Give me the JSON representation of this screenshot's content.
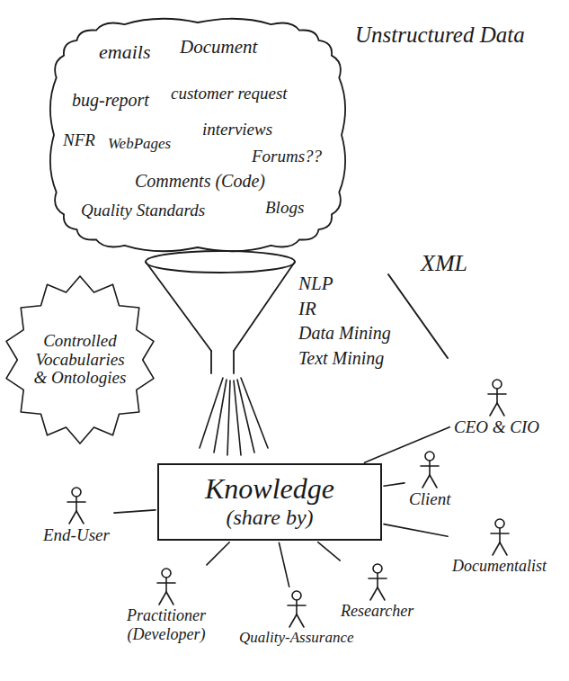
{
  "diagram": {
    "nodes": [
      {
        "text": [
          "Unstructured Data",
          "emails",
          "Document",
          "bug-report",
          "customer request",
          "NFR",
          "WebPages",
          "interviews",
          "Forums??",
          "Comments (Code)",
          "Quality Standards",
          "Blogs"
        ]
      },
      {
        "text": [
          "Controlled Vocabularies & Ontologies"
        ]
      },
      {
        "text": [
          "NLP",
          "IR",
          "Data Mining",
          "Text Mining"
        ]
      },
      {
        "text": [
          "CEO & CIO"
        ]
      },
      {
        "text": [
          "Client"
        ]
      },
      {
        "text": [
          "Knowledge",
          "(share by)"
        ]
      },
      {
        "text": [
          "End-User"
        ]
      },
      {
        "text": [
          "Practitioner (Developer)"
        ]
      },
      {
        "text": [
          "Researcher"
        ]
      },
      {
        "text": [
          "Documentalist"
        ]
      },
      {
        "text": [
          "Quality-Assurance"
        ]
      }
    ],
    "edges": [
      {
        "from": 5,
        "to": 3,
        "arrow": "none"
      },
      {
        "from": 5,
        "to": 4,
        "arrow": "none"
      },
      {
        "from": 5,
        "to": 6,
        "arrow": "none"
      },
      {
        "from": 5,
        "to": 7,
        "arrow": "none"
      },
      {
        "from": 5,
        "to": 8,
        "arrow": "none"
      },
      {
        "from": 5,
        "to": 9,
        "arrow": "none"
      },
      {
        "from": 5,
        "to": 10,
        "arrow": "none"
      }
    ],
    "labels": [
      "XML"
    ]
  }
}
